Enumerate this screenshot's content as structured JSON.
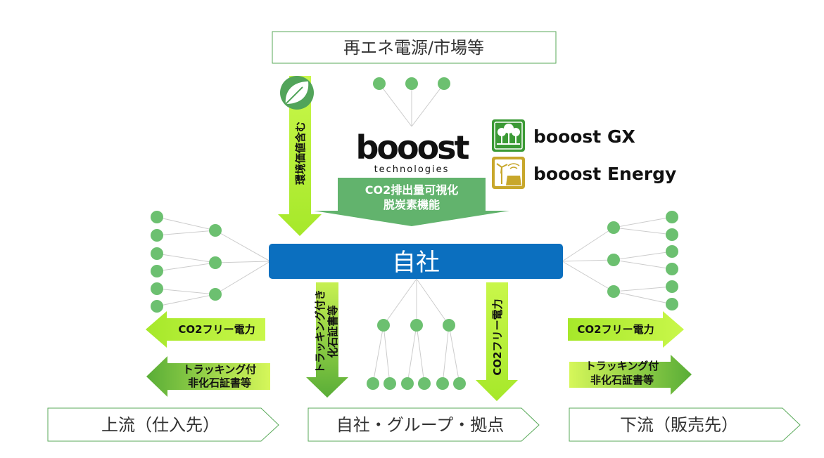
{
  "top_box": "再エネ電源/市場等",
  "center": "自社",
  "bottom_boxes": {
    "upstream": "上流（仕入先）",
    "self": "自社・グループ・拠点",
    "downstream": "下流（販売先）"
  },
  "arrows": {
    "top_vertical": "環境価値含む",
    "booost_function": [
      "CO2排出量可視化",
      "脱炭素機能"
    ],
    "left_co2": "CO2フリー電力",
    "left_tracking": [
      "トラッキング付",
      "非化石証書等"
    ],
    "right_co2": "CO2フリー電力",
    "right_tracking": [
      "トラッキング付",
      "非化石証書等"
    ],
    "mid_left_vertical": [
      "トラッキング付き",
      "化石証書等"
    ],
    "mid_right_vertical": "CO2フリー電力"
  },
  "brand": {
    "booost_main": "booost",
    "booost_sub": "technologies",
    "gx": "booost GX",
    "energy": "booost Energy"
  },
  "icons": [
    "leaf-icon",
    "trees-icon",
    "solar-wind-icon"
  ],
  "colors": {
    "lime": "#b4f032",
    "lime_dark": "#7cc000",
    "green_arrow": "#5bb550",
    "node_green": "#6cc070",
    "center_blue": "#0b6fbf",
    "box_border": "#5aaa5a",
    "booost_arrow": "#62b36d",
    "gx_green": "#3b9a35",
    "energy_gold": "#c8a72b"
  }
}
